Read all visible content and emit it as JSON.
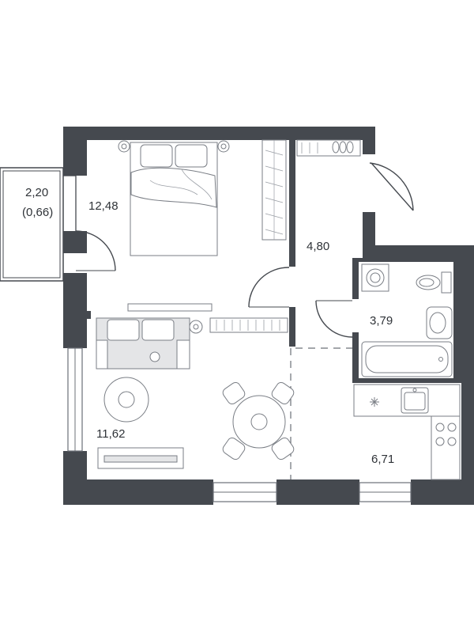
{
  "rooms": {
    "balcony": {
      "area": "2,20",
      "area_reduced": "(0,66)"
    },
    "bedroom": {
      "area": "12,48"
    },
    "hallway": {
      "area": "4,80"
    },
    "bathroom": {
      "area": "3,79"
    },
    "living": {
      "area": "11,62"
    },
    "kitchen": {
      "area": "6,71"
    }
  },
  "colors": {
    "wall": "#45494f",
    "furniture_stroke": "#7a7e85",
    "furniture_fill": "#e4e5e7",
    "label": "#2f3338"
  }
}
